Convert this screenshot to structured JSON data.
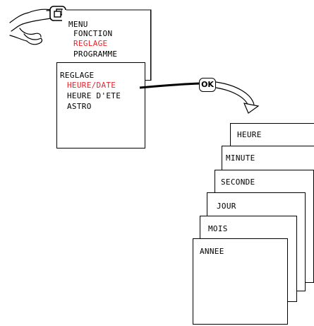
{
  "menu_screen": {
    "title": "MENU",
    "items": [
      "FONCTION",
      "REGLAGE",
      "PROGRAMME"
    ],
    "highlight_color": "#e8242c"
  },
  "reglage_screen": {
    "title": "REGLAGE",
    "items": [
      "HEURE/DATE",
      "HEURE D'ETE",
      "ASTRO"
    ]
  },
  "ok_button": {
    "label": "OK"
  },
  "menu_key_icon": "menu-key-icon",
  "date_time_screens": [
    "HEURE",
    "MINUTE",
    "SECONDE",
    "JOUR",
    "MOIS",
    "ANNEE"
  ]
}
